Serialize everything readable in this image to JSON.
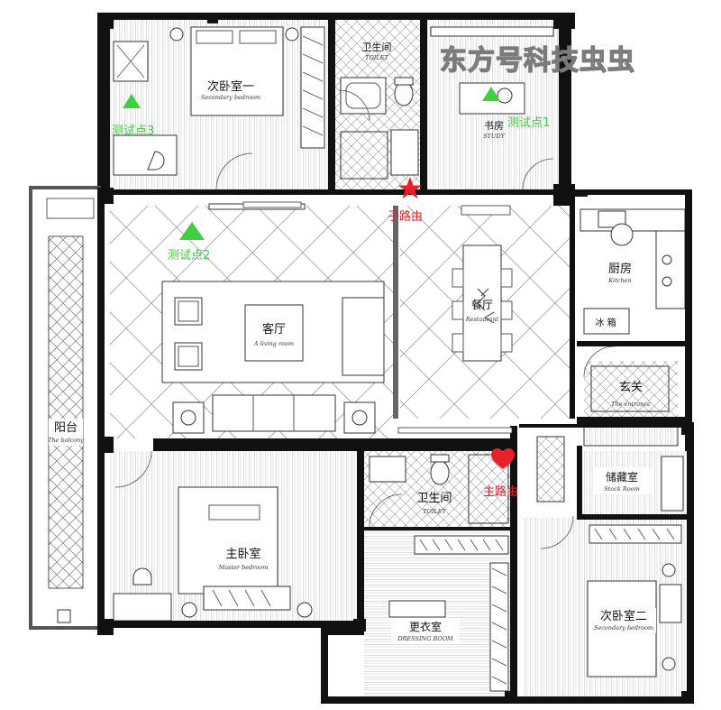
{
  "watermark": "东方号科技虫虫",
  "rooms": {
    "bedroom2a": {
      "cn": "次卧室一",
      "en": "Secondary bedroom"
    },
    "bathroom_top": {
      "cn": "卫生间",
      "en": "TOILET"
    },
    "study": {
      "cn": "书房",
      "en": "STUDY"
    },
    "living": {
      "cn": "客厅",
      "en": "A living room"
    },
    "dining": {
      "cn": "餐厅",
      "en": "Restaurant"
    },
    "kitchen": {
      "cn": "厨房",
      "en": "Kitchen"
    },
    "fridge": {
      "cn": "冰 箱"
    },
    "entrance": {
      "cn": "玄关",
      "en": "The entrance"
    },
    "balcony": {
      "cn": "阳台",
      "en": "The balcony"
    },
    "master": {
      "cn": "主卧室",
      "en": "Master bedroom"
    },
    "bathroom_mid": {
      "cn": "卫生间",
      "en": "TOILET"
    },
    "storage": {
      "cn": "储藏室",
      "en": "Stock Room"
    },
    "dressing": {
      "cn": "更衣室",
      "en": "DRESSING ROOM"
    },
    "bedroom2b": {
      "cn": "次卧室二",
      "en": "Secondary bedroom"
    }
  },
  "markers": {
    "test1": "测试点1",
    "test2": "测试点2",
    "test3": "测试点3",
    "sub_router": "子路由",
    "main_router": "主路由"
  },
  "colors": {
    "wall": "#111111",
    "test_point": "#3fcf3f",
    "router": "#e8202a",
    "line": "#555555"
  }
}
